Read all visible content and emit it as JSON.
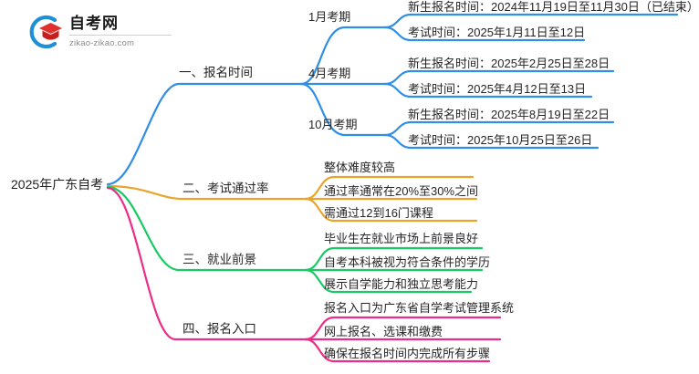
{
  "logo": {
    "title": "自考网",
    "subtitle": "zikao-zikao.com",
    "mark_icon": "graduation-cap-icon",
    "arc_color": "#1f8fd6",
    "cap_color": "#e0312e"
  },
  "colors": {
    "branch_1": "#2f8ee5",
    "branch_2": "#e9a52a",
    "branch_3": "#18c964",
    "branch_4": "#ec2c86",
    "text": "#262626"
  },
  "mindmap": {
    "root": "2025年广东自考",
    "branches": [
      {
        "label": "一、报名时间",
        "color": "#2f8ee5",
        "children": [
          {
            "label": "1月考期",
            "leaves": [
              "新生报名时间：2024年11月19日至11月30日（已结束）",
              "考试时间：2025年1月11日至12日"
            ]
          },
          {
            "label": "4月考期",
            "leaves": [
              "新生报名时间：2025年2月25日至28日",
              "考试时间：2025年4月12日至13日"
            ]
          },
          {
            "label": "10月考期",
            "leaves": [
              "新生报名时间：2025年8月19日至22日",
              "考试时间：2025年10月25日至26日"
            ]
          }
        ]
      },
      {
        "label": "二、考试通过率",
        "color": "#e9a52a",
        "leaves": [
          "整体难度较高",
          "通过率通常在20%至30%之间",
          "需通过12到16门课程"
        ]
      },
      {
        "label": "三、就业前景",
        "color": "#18c964",
        "leaves": [
          "毕业生在就业市场上前景良好",
          "自考本科被视为符合条件的学历",
          "展示自学能力和独立思考能力"
        ]
      },
      {
        "label": "四、报名入口",
        "color": "#ec2c86",
        "leaves": [
          "报名入口为广东省自学考试管理系统",
          "网上报名、选课和缴费",
          "确保在报名时间内完成所有步骤"
        ]
      }
    ]
  }
}
